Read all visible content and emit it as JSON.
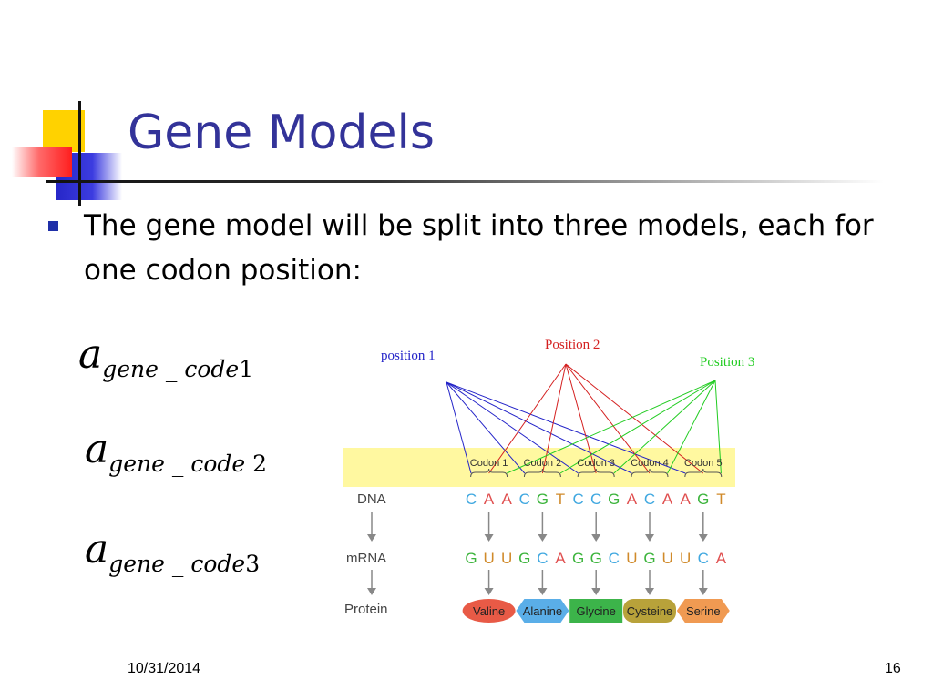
{
  "slide": {
    "title": "Gene Models",
    "bullet": "The gene model will be split into three models, each for one codon position:",
    "date": "10/31/2014",
    "page_number": "16"
  },
  "formulas": [
    {
      "a": "a",
      "sub": "gene _ code",
      "num": "1"
    },
    {
      "a": "a",
      "sub": "gene _ code",
      "num": "2"
    },
    {
      "a": "a",
      "sub": "gene _ code",
      "num": "3"
    }
  ],
  "figure": {
    "position_labels": [
      "position 1",
      "Position 2",
      "Position 3"
    ],
    "position_colors": [
      "#2323c8",
      "#d42020",
      "#22cc22"
    ],
    "codon_labels": [
      "Codon 1",
      "Codon 2",
      "Codon 3",
      "Codon 4",
      "Codon 5"
    ],
    "row_labels": [
      "DNA",
      "mRNA",
      "Protein"
    ],
    "dna": [
      "C",
      "A",
      "A",
      "C",
      "G",
      "T",
      "C",
      "C",
      "G",
      "A",
      "C",
      "A",
      "A",
      "G",
      "T"
    ],
    "mrna": [
      "G",
      "U",
      "U",
      "G",
      "C",
      "A",
      "G",
      "G",
      "C",
      "U",
      "G",
      "U",
      "U",
      "C",
      "A"
    ],
    "base_colors": {
      "A": "#e05050",
      "C": "#40a8e0",
      "G": "#3cb43c",
      "T": "#d08a2a",
      "U": "#d08a2a"
    },
    "proteins": [
      {
        "name": "Valine",
        "color": "#e85a46",
        "shape": "ellipse"
      },
      {
        "name": "Alanine",
        "color": "#5aaee8",
        "shape": "hexagon"
      },
      {
        "name": "Glycine",
        "color": "#3cb44a",
        "shape": "rect"
      },
      {
        "name": "Cysteine",
        "color": "#b8a23a",
        "shape": "rounded"
      },
      {
        "name": "Serine",
        "color": "#f09a52",
        "shape": "hexagon"
      }
    ],
    "highlight_color": "#fff8a0"
  }
}
